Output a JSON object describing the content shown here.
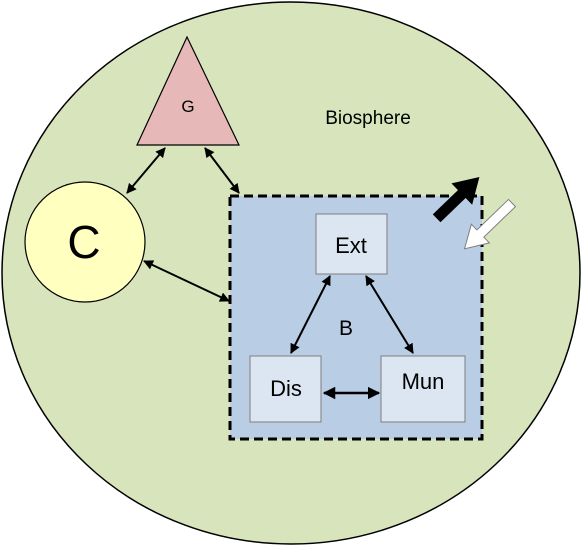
{
  "diagram": {
    "biosphere_label": "Biosphere",
    "g_label": "G",
    "c_label": "C",
    "b_label": "B",
    "ext_label": "Ext",
    "dis_label": "Dis",
    "mun_label": "Mun"
  },
  "colors": {
    "biosphere_fill": "#d7e4bc",
    "triangle_fill": "#e6b9b8",
    "c_fill": "#ffffc0",
    "b_fill": "#b9cde5",
    "node_fill": "#dce6f2",
    "stroke": "#000000"
  }
}
